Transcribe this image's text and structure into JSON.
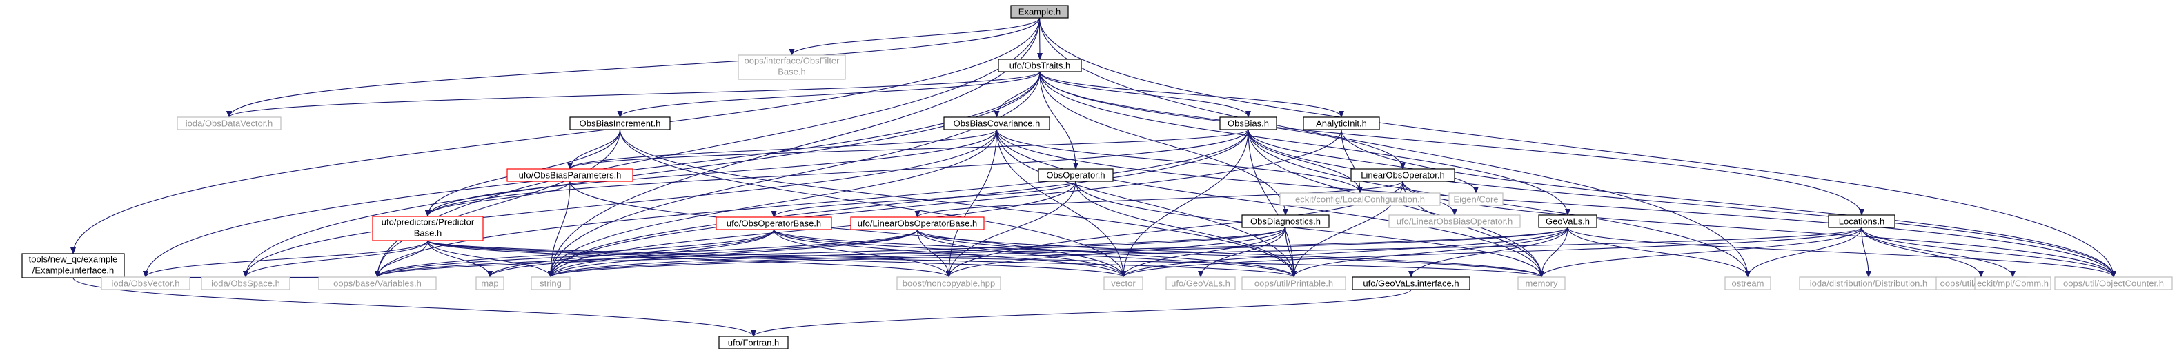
{
  "colors": {
    "edge": "#191970",
    "border_doc": "#000000",
    "border_missing": "#bfbfbf",
    "border_truncated": "#ff0000",
    "fill_root": "#bfbfbf",
    "fill": "#ffffff",
    "text": "#000000",
    "text_missing": "#999999"
  },
  "nodes": [
    {
      "id": "example",
      "label": "Example.h",
      "kind": "root"
    },
    {
      "id": "obstraits",
      "label": "ufo/ObsTraits.h",
      "kind": "doc"
    },
    {
      "id": "obsfilterbase",
      "label": [
        "oops/interface/ObsFilter",
        "Base.h"
      ],
      "kind": "missing"
    },
    {
      "id": "newqc",
      "label": [
        "tools/new_qc/example",
        "/Example.interface.h"
      ],
      "kind": "doc"
    },
    {
      "id": "iodadatavector",
      "label": "ioda/ObsDataVector.h",
      "kind": "missing"
    },
    {
      "id": "obsbiasincrement",
      "label": "ObsBiasIncrement.h",
      "kind": "doc"
    },
    {
      "id": "obsbiascov",
      "label": "ObsBiasCovariance.h",
      "kind": "doc"
    },
    {
      "id": "obsbias",
      "label": "ObsBias.h",
      "kind": "doc"
    },
    {
      "id": "analyticinit",
      "label": "AnalyticInit.h",
      "kind": "doc"
    },
    {
      "id": "obsbiasparams",
      "label": "ufo/ObsBiasParameters.h",
      "kind": "truncated"
    },
    {
      "id": "localconfig",
      "label": "eckit/config/LocalConfiguration.h",
      "kind": "missing"
    },
    {
      "id": "eigencore",
      "label": "Eigen/Core",
      "kind": "missing"
    },
    {
      "id": "obsoperator",
      "label": "ObsOperator.h",
      "kind": "doc"
    },
    {
      "id": "linearobsop",
      "label": "LinearObsOperator.h",
      "kind": "doc"
    },
    {
      "id": "predictorbase",
      "label": [
        "ufo/predictors/Predictor",
        "Base.h"
      ],
      "kind": "truncated"
    },
    {
      "id": "obsopbase",
      "label": "ufo/ObsOperatorBase.h",
      "kind": "truncated"
    },
    {
      "id": "linobsopbase",
      "label": "ufo/LinearObsOperatorBase.h",
      "kind": "truncated"
    },
    {
      "id": "obsdiag",
      "label": "ObsDiagnostics.h",
      "kind": "doc"
    },
    {
      "id": "geovals",
      "label": "GeoVaLs.h",
      "kind": "doc"
    },
    {
      "id": "ufolinbias",
      "label": "ufo/LinearObsBiasOperator.h",
      "kind": "missing"
    },
    {
      "id": "locations",
      "label": "Locations.h",
      "kind": "doc"
    },
    {
      "id": "iodaobsvector",
      "label": "ioda/ObsVector.h",
      "kind": "missing"
    },
    {
      "id": "iodaobsspace",
      "label": "ioda/ObsSpace.h",
      "kind": "missing"
    },
    {
      "id": "variables",
      "label": "oops/base/Variables.h",
      "kind": "missing"
    },
    {
      "id": "map",
      "label": "map",
      "kind": "missing"
    },
    {
      "id": "string",
      "label": "string",
      "kind": "missing"
    },
    {
      "id": "noncopyable",
      "label": "boost/noncopyable.hpp",
      "kind": "missing"
    },
    {
      "id": "vector",
      "label": "vector",
      "kind": "missing"
    },
    {
      "id": "ufogeovals",
      "label": "ufo/GeoVaLs.h",
      "kind": "missing"
    },
    {
      "id": "printable",
      "label": "oops/util/Printable.h",
      "kind": "missing"
    },
    {
      "id": "geovalsiface",
      "label": "ufo/GeoVaLs.interface.h",
      "kind": "doc"
    },
    {
      "id": "memory",
      "label": "memory",
      "kind": "missing"
    },
    {
      "id": "ostream",
      "label": "ostream",
      "kind": "missing"
    },
    {
      "id": "distribution",
      "label": "ioda/distribution/Distribution.h",
      "kind": "missing"
    },
    {
      "id": "datetime",
      "label": "oops/util/DateTime.h",
      "kind": "missing"
    },
    {
      "id": "mpicomm",
      "label": "eckit/mpi/Comm.h",
      "kind": "missing"
    },
    {
      "id": "objcounter",
      "label": "oops/util/ObjectCounter.h",
      "kind": "missing"
    },
    {
      "id": "fortran",
      "label": "ufo/Fortran.h",
      "kind": "doc"
    }
  ],
  "edges": [
    [
      "example",
      "obstraits"
    ],
    [
      "example",
      "obsfilterbase"
    ],
    [
      "example",
      "newqc"
    ],
    [
      "example",
      "iodadatavector"
    ],
    [
      "example",
      "variables"
    ],
    [
      "example",
      "string"
    ],
    [
      "example",
      "ostream"
    ],
    [
      "example",
      "objcounter"
    ],
    [
      "obstraits",
      "iodadatavector"
    ],
    [
      "obstraits",
      "obsbiasincrement"
    ],
    [
      "obstraits",
      "obsbiascov"
    ],
    [
      "obstraits",
      "obsbias"
    ],
    [
      "obstraits",
      "analyticinit"
    ],
    [
      "obstraits",
      "obsoperator"
    ],
    [
      "obstraits",
      "linearobsop"
    ],
    [
      "obstraits",
      "obsdiag"
    ],
    [
      "obstraits",
      "geovals"
    ],
    [
      "obstraits",
      "locations"
    ],
    [
      "obstraits",
      "iodaobsvector"
    ],
    [
      "obstraits",
      "iodaobsspace"
    ],
    [
      "obstraits",
      "string"
    ],
    [
      "newqc",
      "iodaobsspace"
    ],
    [
      "newqc",
      "variables"
    ],
    [
      "newqc",
      "fortran"
    ],
    [
      "obsbiasincrement",
      "obsbiasparams"
    ],
    [
      "obsbiasincrement",
      "predictorbase"
    ],
    [
      "obsbiasincrement",
      "variables"
    ],
    [
      "obsbiasincrement",
      "vector"
    ],
    [
      "obsbiasincrement",
      "printable"
    ],
    [
      "obsbiascov",
      "obsbiasparams"
    ],
    [
      "obsbiascov",
      "predictorbase"
    ],
    [
      "obsbiascov",
      "localconfig"
    ],
    [
      "obsbiascov",
      "iodaobsspace"
    ],
    [
      "obsbiascov",
      "noncopyable"
    ],
    [
      "obsbiascov",
      "vector"
    ],
    [
      "obsbiascov",
      "printable"
    ],
    [
      "obsbiascov",
      "memory"
    ],
    [
      "obsbiascov",
      "objcounter"
    ],
    [
      "obsbiascov",
      "string"
    ],
    [
      "obsbias",
      "obsbiasparams"
    ],
    [
      "obsbias",
      "predictorbase"
    ],
    [
      "obsbias",
      "localconfig"
    ],
    [
      "obsbias",
      "eigencore"
    ],
    [
      "obsbias",
      "variables"
    ],
    [
      "obsbias",
      "vector"
    ],
    [
      "obsbias",
      "printable"
    ],
    [
      "obsbias",
      "memory"
    ],
    [
      "obsbias",
      "string"
    ],
    [
      "obsbias",
      "objcounter"
    ],
    [
      "obsbias",
      "ostream"
    ],
    [
      "analyticinit",
      "localconfig"
    ],
    [
      "analyticinit",
      "string"
    ],
    [
      "analyticinit",
      "objcounter"
    ],
    [
      "obsbiasparams",
      "predictorbase"
    ],
    [
      "obsbiasparams",
      "string"
    ],
    [
      "obsbiasparams",
      "vector"
    ],
    [
      "obsoperator",
      "obsopbase"
    ],
    [
      "obsoperator",
      "noncopyable"
    ],
    [
      "obsoperator",
      "printable"
    ],
    [
      "obsoperator",
      "memory"
    ],
    [
      "obsoperator",
      "string"
    ],
    [
      "linearobsop",
      "linobsopbase"
    ],
    [
      "linearobsop",
      "ufolinbias"
    ],
    [
      "linearobsop",
      "memory"
    ],
    [
      "linearobsop",
      "printable"
    ],
    [
      "linearobsop",
      "noncopyable"
    ],
    [
      "linearobsop",
      "objcounter"
    ],
    [
      "predictorbase",
      "iodaobsvector"
    ],
    [
      "predictorbase",
      "iodaobsspace"
    ],
    [
      "predictorbase",
      "variables"
    ],
    [
      "predictorbase",
      "map"
    ],
    [
      "predictorbase",
      "string"
    ],
    [
      "predictorbase",
      "noncopyable"
    ],
    [
      "predictorbase",
      "vector"
    ],
    [
      "predictorbase",
      "printable"
    ],
    [
      "predictorbase",
      "memory"
    ],
    [
      "obsopbase",
      "variables"
    ],
    [
      "obsopbase",
      "map"
    ],
    [
      "obsopbase",
      "string"
    ],
    [
      "obsopbase",
      "noncopyable"
    ],
    [
      "obsopbase",
      "vector"
    ],
    [
      "obsopbase",
      "printable"
    ],
    [
      "obsopbase",
      "memory"
    ],
    [
      "linobsopbase",
      "variables"
    ],
    [
      "linobsopbase",
      "map"
    ],
    [
      "linobsopbase",
      "string"
    ],
    [
      "linobsopbase",
      "noncopyable"
    ],
    [
      "linobsopbase",
      "vector"
    ],
    [
      "linobsopbase",
      "printable"
    ],
    [
      "linobsopbase",
      "memory"
    ],
    [
      "obsdiag",
      "variables"
    ],
    [
      "obsdiag",
      "string"
    ],
    [
      "obsdiag",
      "noncopyable"
    ],
    [
      "obsdiag",
      "vector"
    ],
    [
      "obsdiag",
      "ufogeovals"
    ],
    [
      "obsdiag",
      "printable"
    ],
    [
      "geovals",
      "variables"
    ],
    [
      "geovals",
      "vector"
    ],
    [
      "geovals",
      "printable"
    ],
    [
      "geovals",
      "geovalsiface"
    ],
    [
      "geovals",
      "memory"
    ],
    [
      "geovals",
      "ostream"
    ],
    [
      "geovals",
      "objcounter"
    ],
    [
      "geovals",
      "string"
    ],
    [
      "locations",
      "vector"
    ],
    [
      "locations",
      "string"
    ],
    [
      "locations",
      "memory"
    ],
    [
      "locations",
      "ostream"
    ],
    [
      "locations",
      "distribution"
    ],
    [
      "locations",
      "datetime"
    ],
    [
      "locations",
      "mpicomm"
    ],
    [
      "locations",
      "objcounter"
    ],
    [
      "geovalsiface",
      "fortran"
    ]
  ]
}
